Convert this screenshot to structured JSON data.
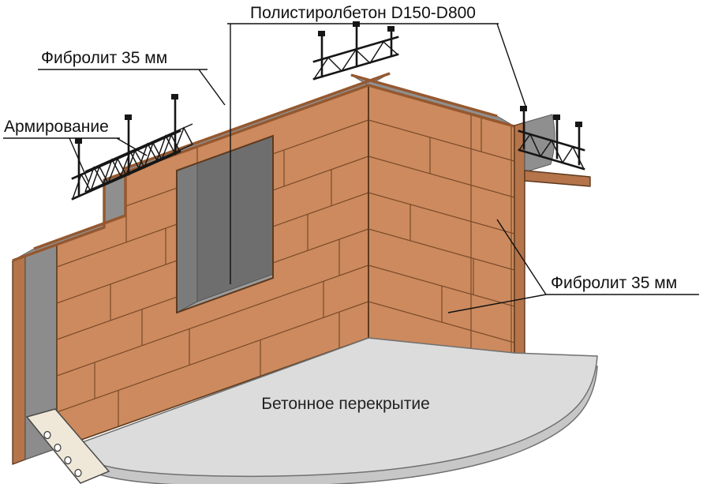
{
  "labels": {
    "polystyrene": "Полистиролбетон D150-D800",
    "fibrolite_top": "Фибролит 35 мм",
    "reinforcement": "Армирование",
    "fibrolite_right": "Фибролит 35 мм",
    "slab": "Бетонное перекрытие"
  },
  "colors": {
    "panel": "#CC8A5E",
    "panelDark": "#B5744A",
    "panelEdge": "#5E3A1E",
    "boardLine": "#7A4A28",
    "core": "#8C8C8C",
    "coreEdge": "#5A5A5A",
    "cap": "#8F8F8F",
    "fibEdge": "#96582F",
    "winDark": "#565656",
    "winBack": "#6E6E6E",
    "winJamb": "#7B7B7B",
    "winSill": "#9C9C9C",
    "slab": "#DCDCDC",
    "slabEdge": "#C7C7C7",
    "slabStroke": "#707070",
    "steel": "#161616",
    "plate": "#EFE8D9"
  }
}
